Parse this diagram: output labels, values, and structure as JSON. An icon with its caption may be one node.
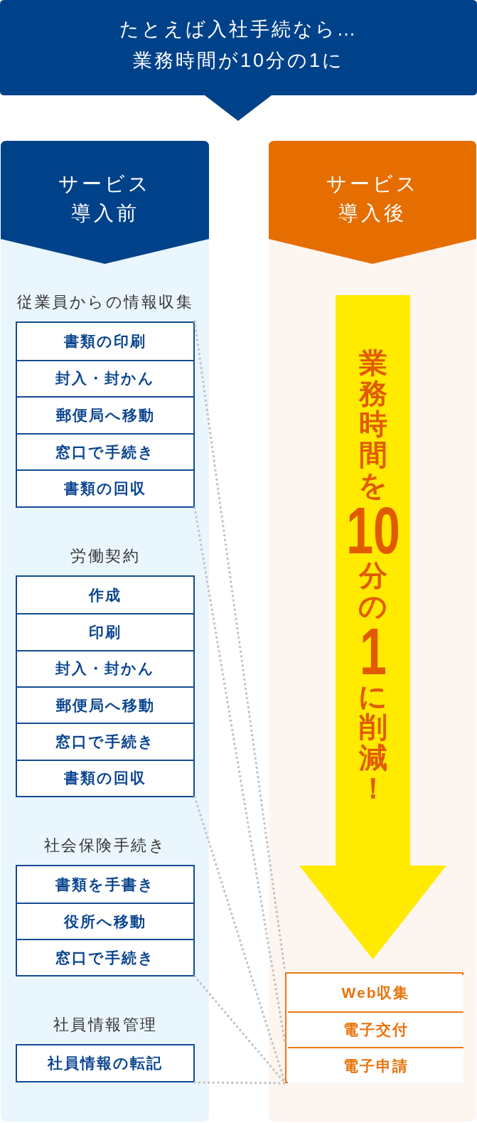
{
  "diagram": {
    "title": "たとえば入社手続なら…業務時間が10分の1に",
    "nodes": [
      {
        "text": [
          "サービス導入前"
        ]
      },
      {
        "text": [
          "従業員からの情報収集"
        ],
        "in": 0
      },
      {
        "text": [
          "書類の印刷"
        ],
        "in": 1
      },
      {
        "text": [
          "封入・封かん"
        ],
        "in": 1
      },
      {
        "text": [
          "郵便局へ移動"
        ],
        "in": 1
      },
      {
        "text": [
          "窓口で手続き"
        ],
        "in": 1
      },
      {
        "text": [
          "書類の回収"
        ],
        "in": 1
      },
      {
        "text": [
          "労働契約"
        ],
        "in": 0
      },
      {
        "text": [
          "作成"
        ],
        "in": 7
      },
      {
        "text": [
          "印刷"
        ],
        "in": 7
      },
      {
        "text": [
          "封入・封かん"
        ],
        "in": 7
      },
      {
        "text": [
          "郵便局へ移動"
        ],
        "in": 7
      },
      {
        "text": [
          "窓口で手続き"
        ],
        "in": 7
      },
      {
        "text": [
          "書類の回収"
        ],
        "in": 7
      },
      {
        "text": [
          "社会保険手続き"
        ],
        "in": 0
      },
      {
        "text": [
          "書類を手書き"
        ],
        "in": 14
      },
      {
        "text": [
          "役所へ移動"
        ],
        "in": 14
      },
      {
        "text": [
          "窓口で手続き"
        ],
        "in": 14
      },
      {
        "text": [
          "社員情報管理"
        ],
        "in": 0
      },
      {
        "text": [
          "社員情報の転記"
        ],
        "in": 18
      },
      {
        "text": [
          "サービス導入後"
        ]
      },
      {
        "text": [
          "業務時間を10分の1に削減！"
        ],
        "in": 20
      },
      {
        "text": [],
        "shape": "box",
        "in": 20
      },
      {
        "text": [
          "Web収集"
        ],
        "in": 22
      },
      {
        "text": [
          "電子交付"
        ],
        "in": 22
      },
      {
        "text": [
          "電子申請"
        ],
        "in": 22
      }
    ],
    "edges": [
      {
        "from": 1,
        "to": 22,
        "arrow": "none",
        "style": "dashed"
      },
      {
        "from": 1,
        "to": 22,
        "arrow": "none",
        "style": "dashed"
      },
      {
        "from": 7,
        "to": 22,
        "arrow": "none",
        "style": "dashed"
      },
      {
        "from": 14,
        "to": 22,
        "arrow": "none",
        "style": "dashed"
      },
      {
        "from": 18,
        "to": 22,
        "arrow": "none",
        "style": "dashed"
      }
    ]
  }
}
